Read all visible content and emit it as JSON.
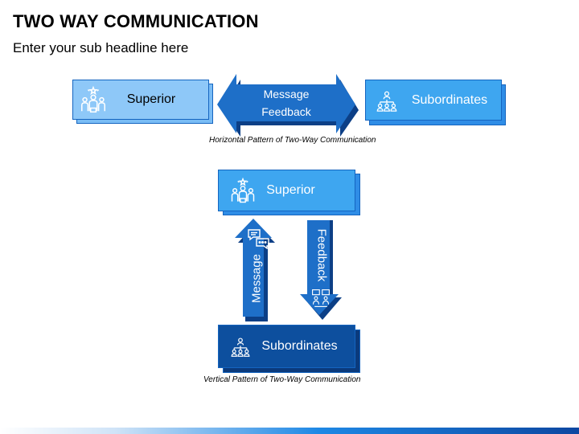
{
  "header": {
    "title": "TWO WAY COMMUNICATION",
    "subtitle": "Enter your sub headline here"
  },
  "horizontal": {
    "left_box": "Superior",
    "right_box": "Subordinates",
    "arrow_top": "Message",
    "arrow_bottom": "Feedback",
    "caption": "Horizontal Pattern of Two-Way Communication"
  },
  "vertical": {
    "top_box": "Superior",
    "bottom_box": "Subordinates",
    "up_arrow": "Message",
    "down_arrow": "Feedback",
    "caption": "Vertical Pattern of Two-Way Communication"
  },
  "icons": {
    "superior": "leader-team-icon",
    "subordinates": "hierarchy-people-icon",
    "message": "chat-bubbles-icon",
    "feedback": "feedback-people-icon"
  },
  "colors": {
    "light_blue": "#79bcf5",
    "mid_blue": "#3ea6f0",
    "blue": "#1e6fc8",
    "dark_blue": "#0d4f9e",
    "navy": "#0c3f86"
  }
}
